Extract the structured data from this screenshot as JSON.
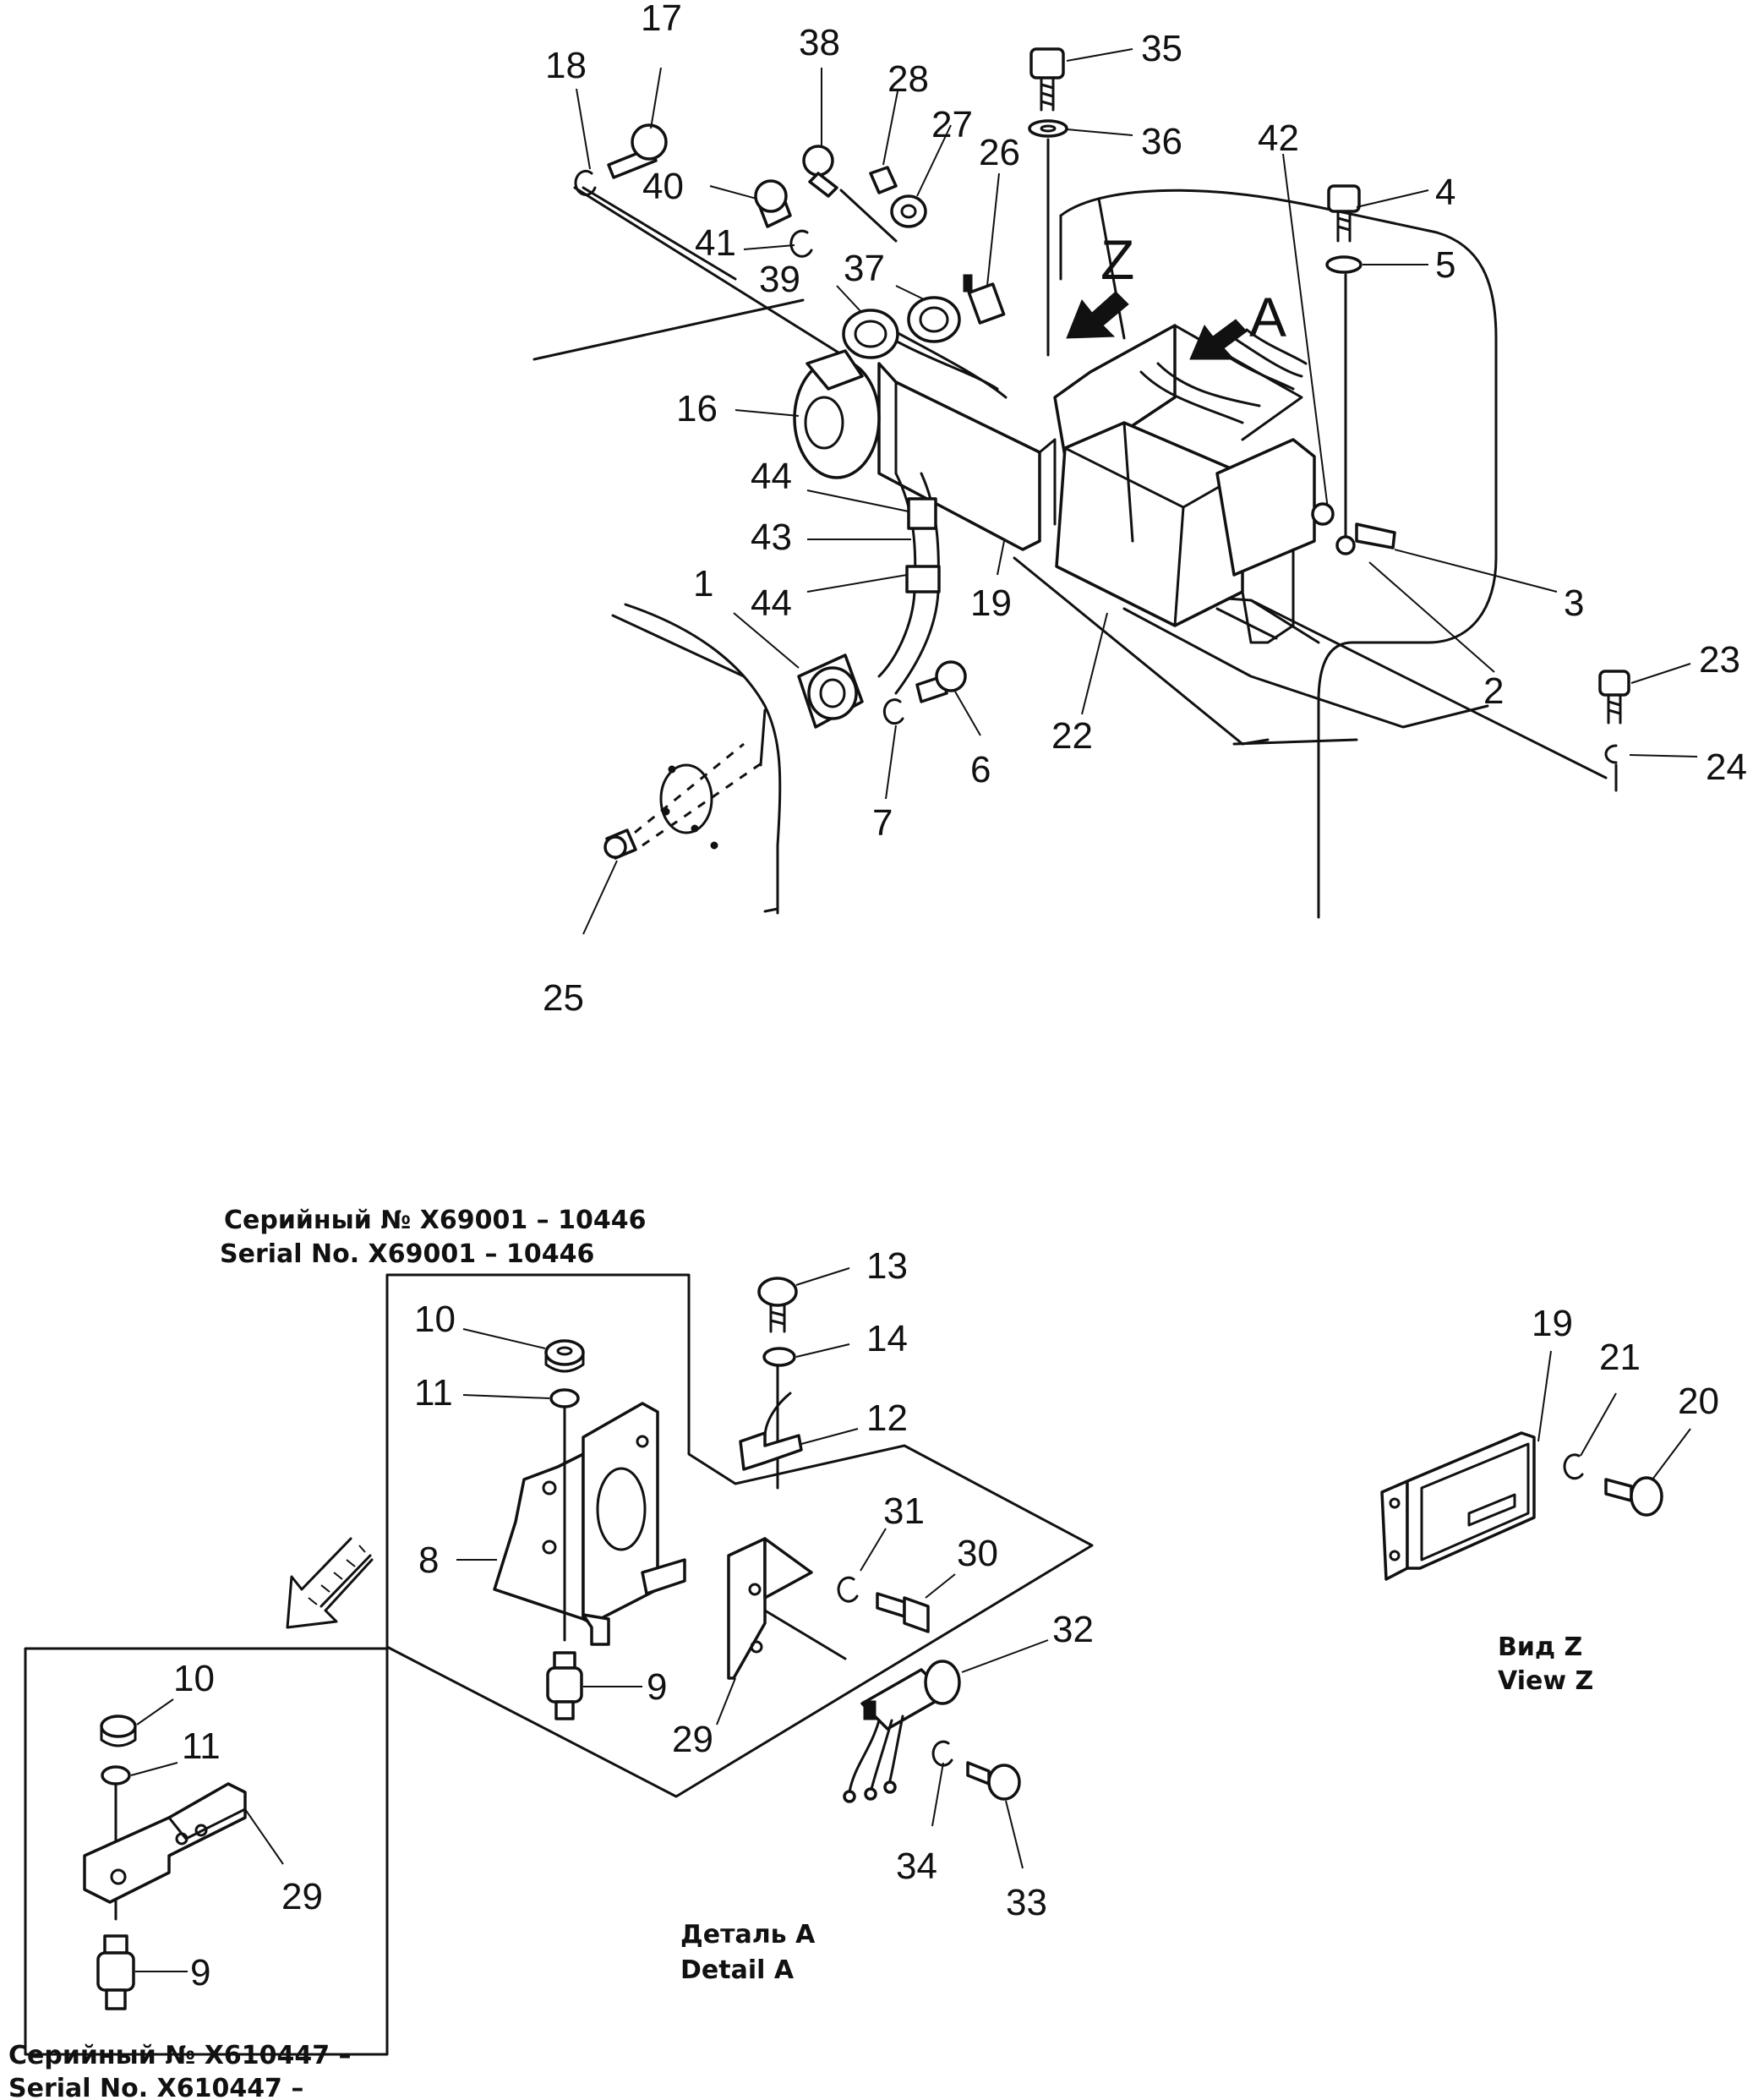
{
  "callouts": {
    "c1": "1",
    "c2": "2",
    "c3": "3",
    "c4": "4",
    "c5": "5",
    "c6": "6",
    "c7": "7",
    "c8": "8",
    "c9a": "9",
    "c9b": "9",
    "c10a": "10",
    "c10b": "10",
    "c11a": "11",
    "c11b": "11",
    "c12": "12",
    "c13": "13",
    "c14": "14",
    "c16": "16",
    "c17": "17",
    "c18": "18",
    "c19a": "19",
    "c19b": "19",
    "c20": "20",
    "c21": "21",
    "c22": "22",
    "c23": "23",
    "c24": "24",
    "c25": "25",
    "c26": "26",
    "c27": "27",
    "c28": "28",
    "c29a": "29",
    "c29b": "29",
    "c30": "30",
    "c31": "31",
    "c32": "32",
    "c33": "33",
    "c34": "34",
    "c35": "35",
    "c36": "36",
    "c37": "37",
    "c38": "38",
    "c39": "39",
    "c40": "40",
    "c41": "41",
    "c42": "42",
    "c43": "43",
    "c44a": "44",
    "c44b": "44"
  },
  "view_letters": {
    "z": "Z",
    "a": "A"
  },
  "captions": {
    "serial_top_ru": "Серийный № X69001 – 10446",
    "serial_top_en": "Serial No. X69001 – 10446",
    "serial_bottom_ru": "Серийный № X610447 –",
    "serial_bottom_en": "Serial No. X610447 –",
    "detail_ru": "Деталь А",
    "detail_en": "Detail A",
    "view_ru": "Вид Z",
    "view_en": "View Z"
  }
}
